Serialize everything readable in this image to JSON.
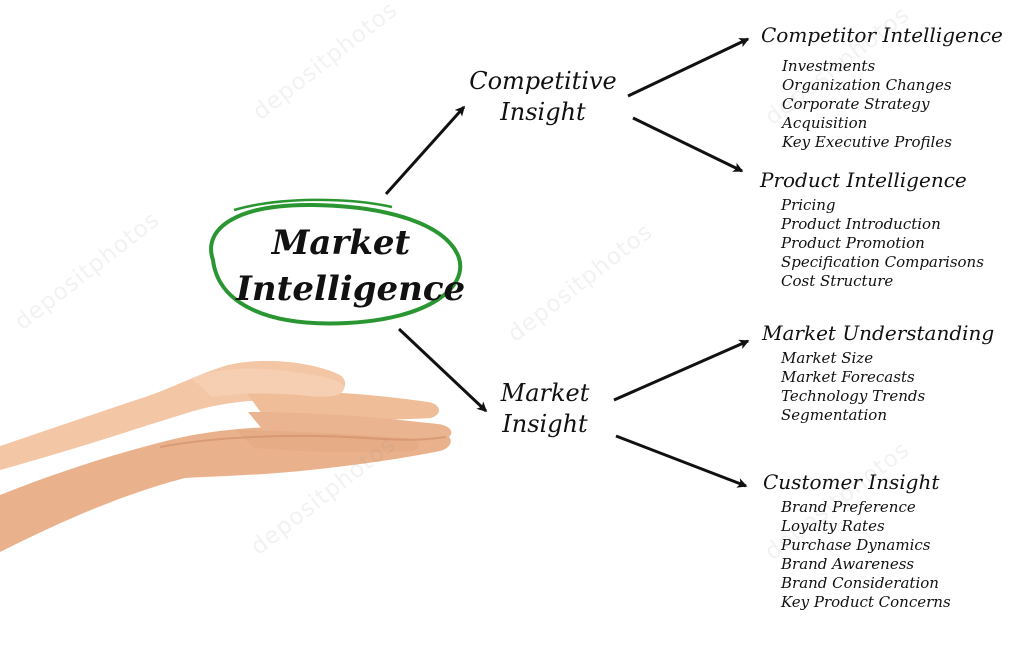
{
  "colors": {
    "ellipse": "#2a9632",
    "text": "#111111",
    "arrow": "#111111",
    "skin_light": "#f2c6a4",
    "skin_mid": "#e6ad87",
    "skin_shadow": "#cf8c66",
    "background": "#ffffff"
  },
  "diagram": {
    "center": {
      "line1": "Market",
      "line2": "Intelligence"
    },
    "branches": {
      "competitive": {
        "line1": "Competitive",
        "line2": "Insight"
      },
      "market": {
        "line1": "Market",
        "line2": "Insight"
      }
    },
    "sections": [
      {
        "title": "Competitor Intelligence",
        "items": [
          "Investments",
          "Organization Changes",
          "Corporate Strategy",
          "Acquisition",
          "Key Executive Profiles"
        ]
      },
      {
        "title": "Product Intelligence",
        "items": [
          "Pricing",
          "Product Introduction",
          "Product Promotion",
          "Specification Comparisons",
          "Cost Structure"
        ]
      },
      {
        "title": "Market Understanding",
        "items": [
          "Market Size",
          "Market Forecasts",
          "Technology Trends",
          "Segmentation"
        ]
      },
      {
        "title": "Customer Insight",
        "items": [
          "Brand Preference",
          "Loyalty Rates",
          "Purchase Dynamics",
          "Brand Awareness",
          "Brand Consideration",
          "Key Product Concerns"
        ]
      }
    ]
  },
  "watermark": {
    "text": "depositphotos"
  }
}
